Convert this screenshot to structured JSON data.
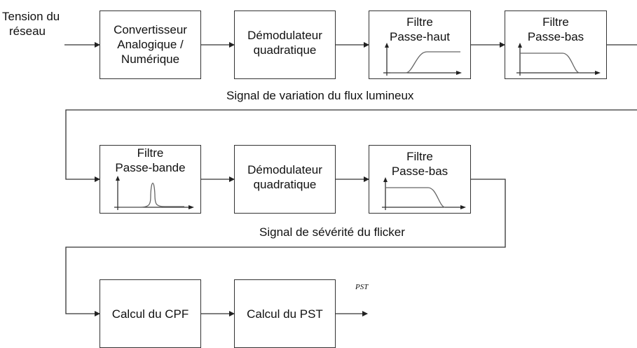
{
  "input_label": [
    "Tension du",
    "réseau"
  ],
  "row1": {
    "converter": [
      "Convertisseur",
      "Analogique /",
      "Numérique"
    ],
    "demod": [
      "Démodulateur",
      "quadratique"
    ],
    "highpass": [
      "Filtre",
      "Passe-haut"
    ],
    "lowpass": [
      "Filtre",
      "Passe-bas"
    ]
  },
  "caption1": "Signal de variation du flux lumineux",
  "row2": {
    "bandpass": [
      "Filtre",
      "Passe-bande"
    ],
    "demod": [
      "Démodulateur",
      "quadratique"
    ],
    "lowpass": [
      "Filtre",
      "Passe-bas"
    ]
  },
  "caption2": "Signal de sévérité du flicker",
  "row3": {
    "cpf": "Calcul du CPF",
    "pst": "Calcul du PST",
    "output": "PST"
  }
}
